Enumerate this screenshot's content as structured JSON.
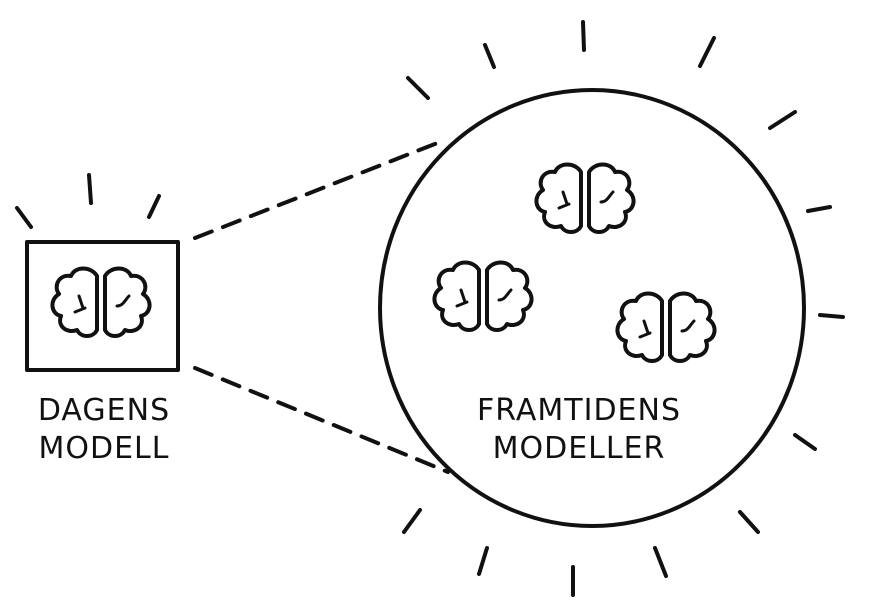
{
  "current_model": {
    "label_line1": "DAGENS",
    "label_line2": "MODELL",
    "icon": "brain-icon"
  },
  "future_models": {
    "label_line1": "FRAMTIDENS",
    "label_line2": "MODELLER",
    "icon": "brain-icon",
    "brain_count": 3
  },
  "colors": {
    "ink": "#111111",
    "background": "#ffffff"
  }
}
